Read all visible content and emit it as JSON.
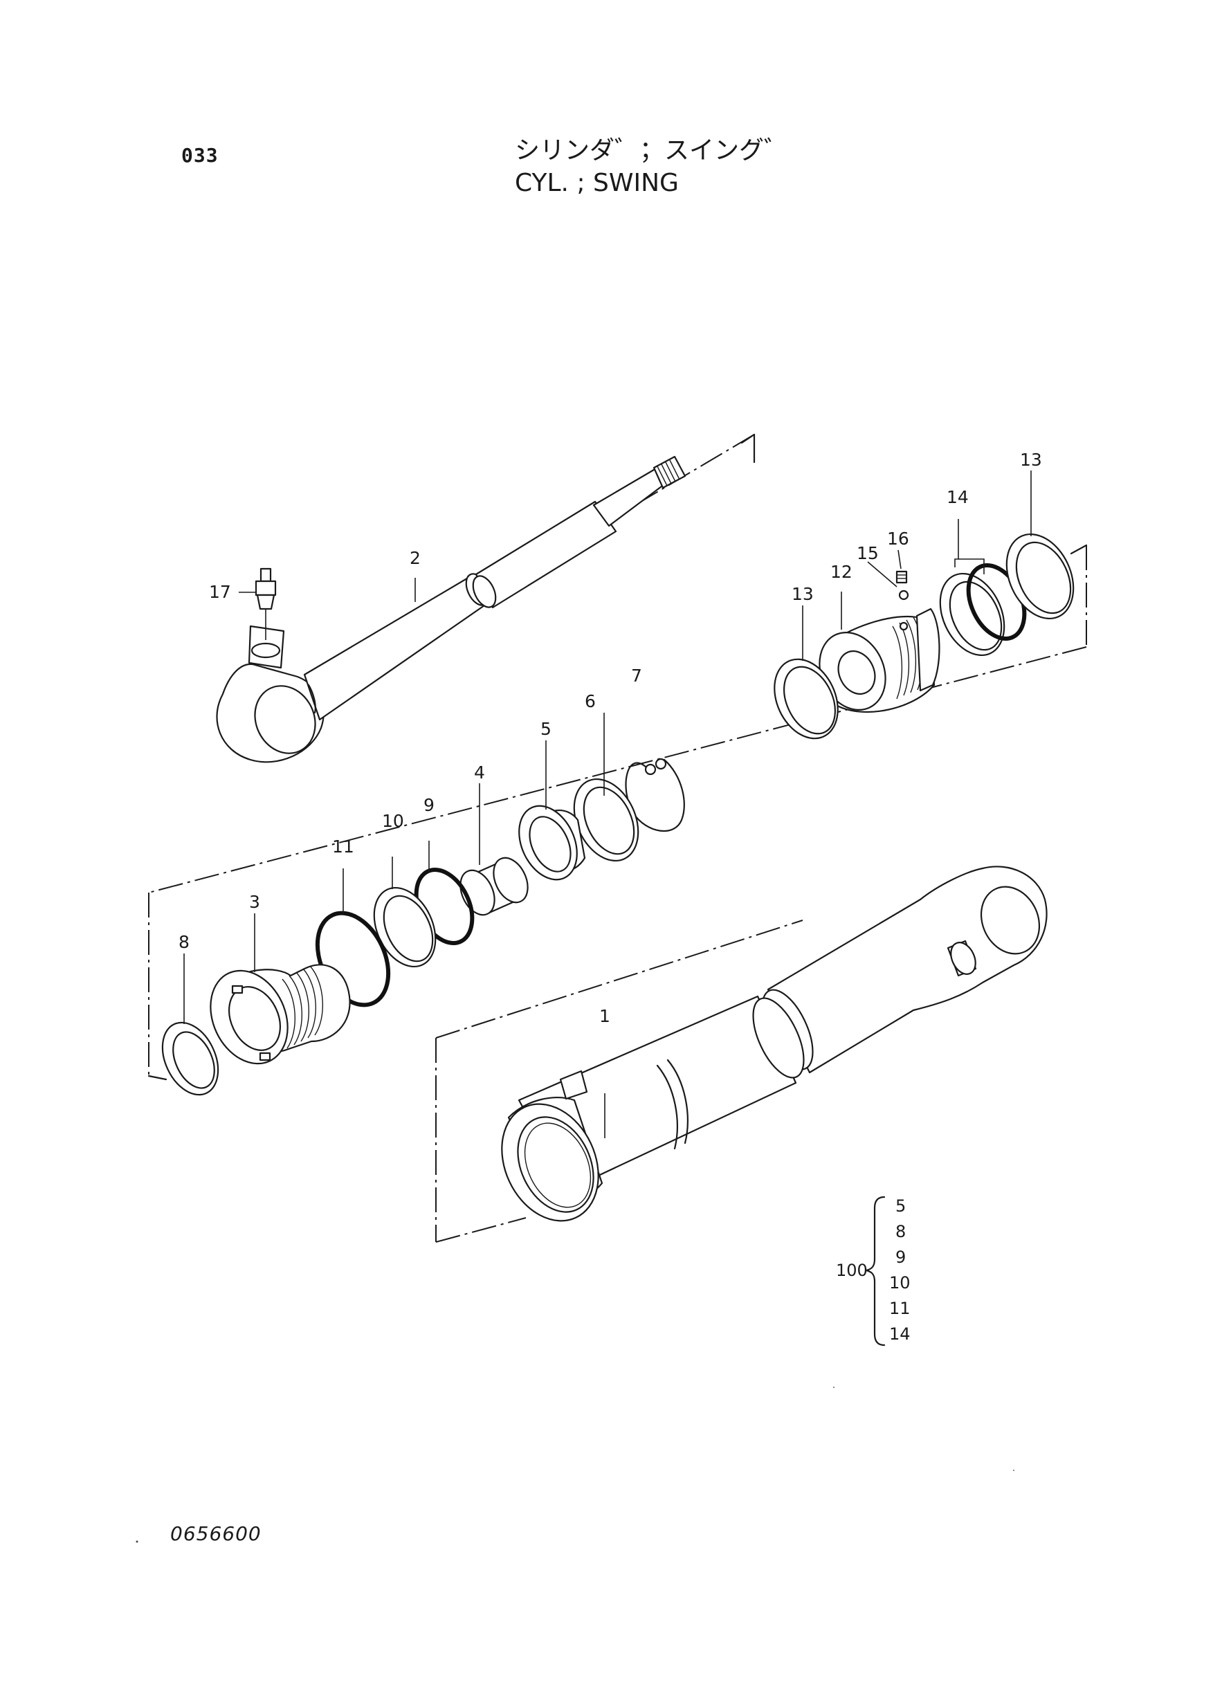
{
  "header": {
    "page_number": "033",
    "title_jp": "シリンダ゛；スイング゛",
    "title_en": "CYL. ; SWING"
  },
  "callouts": {
    "c1": "1",
    "c2": "2",
    "c3": "3",
    "c4": "4",
    "c5": "5",
    "c6": "6",
    "c7": "7",
    "c8": "8",
    "c9": "9",
    "c10": "10",
    "c11": "11",
    "c12": "12",
    "c13a": "13",
    "c13b": "13",
    "c14": "14",
    "c15": "15",
    "c16": "16",
    "c17": "17"
  },
  "kit": {
    "label": "100",
    "items": [
      "5",
      "8",
      "9",
      "10",
      "11",
      "14"
    ]
  },
  "footer": {
    "drawing_code": "0656600"
  }
}
